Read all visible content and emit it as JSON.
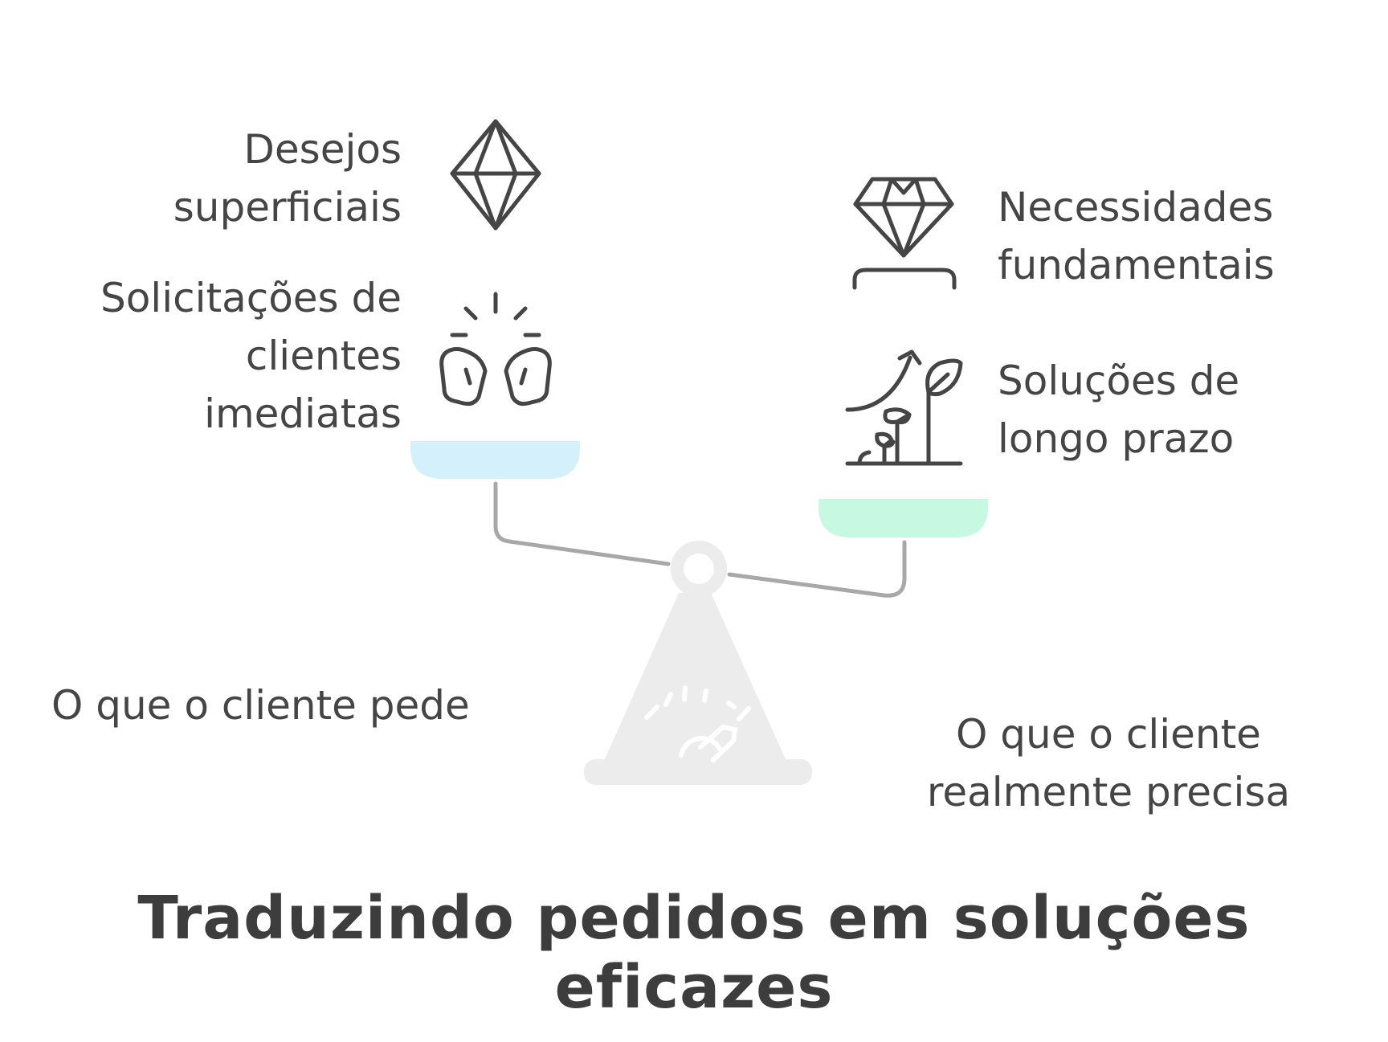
{
  "title": "Traduzindo pedidos em soluções eficazes",
  "left": {
    "caption": "O que o cliente pede",
    "item1": {
      "line1": "Desejos",
      "line2": "superficiais",
      "icon": "diamond-crystal-icon"
    },
    "item2": {
      "line1": "Solicitações de",
      "line2": "clientes",
      "line3": "imediatas",
      "icon": "boxing-gloves-icon"
    }
  },
  "right": {
    "caption_line1": "O que o cliente",
    "caption_line2": "realmente precisa",
    "item1": {
      "line1": "Necessidades",
      "line2": "fundamentais",
      "icon": "gem-on-pedestal-icon"
    },
    "item2": {
      "line1": "Soluções de",
      "line2": "longo prazo",
      "icon": "growth-plant-icon"
    }
  },
  "colors": {
    "left_pan": "#d4f1fb",
    "right_pan": "#c6f8e2",
    "beam": "#a8a8a8",
    "stand": "#ececec",
    "icon_stroke": "#454545"
  }
}
